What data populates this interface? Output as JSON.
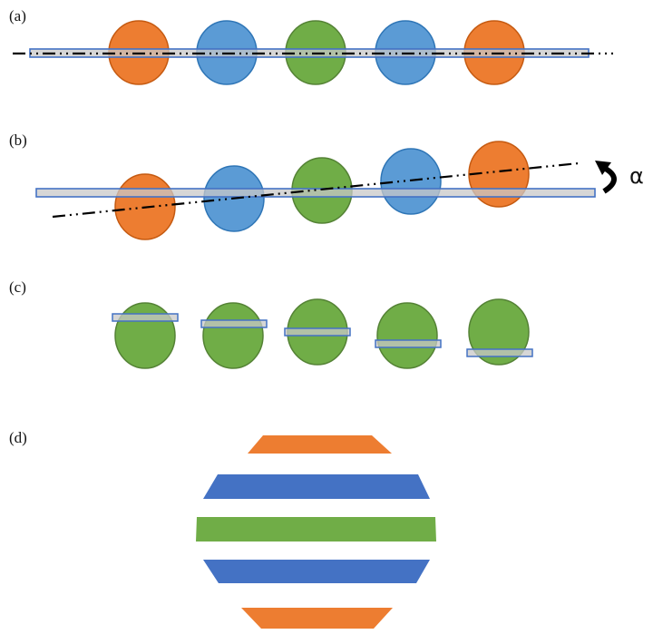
{
  "panels": [
    {
      "label": "(a)"
    },
    {
      "label": "(b)",
      "rotation_symbol": "α"
    },
    {
      "label": "(c)"
    },
    {
      "label": "(d)"
    }
  ],
  "colors": {
    "orange": "#ED7D31",
    "orange_stroke": "#C55A11",
    "blue": "#5B9BD5",
    "blue_stroke": "#2E75B6",
    "green": "#70AD47",
    "green_stroke": "#548235",
    "slab_fill": "#C8C8C8",
    "slab_stroke": "#4472C4",
    "stripe_blue": "#4472C4",
    "axis_line": "#000000"
  },
  "sequences": {
    "a": [
      "orange",
      "blue",
      "green",
      "blue",
      "orange"
    ],
    "b": [
      "orange",
      "blue",
      "green",
      "blue",
      "orange"
    ],
    "c": [
      "green",
      "green",
      "green",
      "green",
      "green"
    ],
    "d": [
      "orange",
      "stripe_blue",
      "green",
      "stripe_blue",
      "orange"
    ]
  }
}
